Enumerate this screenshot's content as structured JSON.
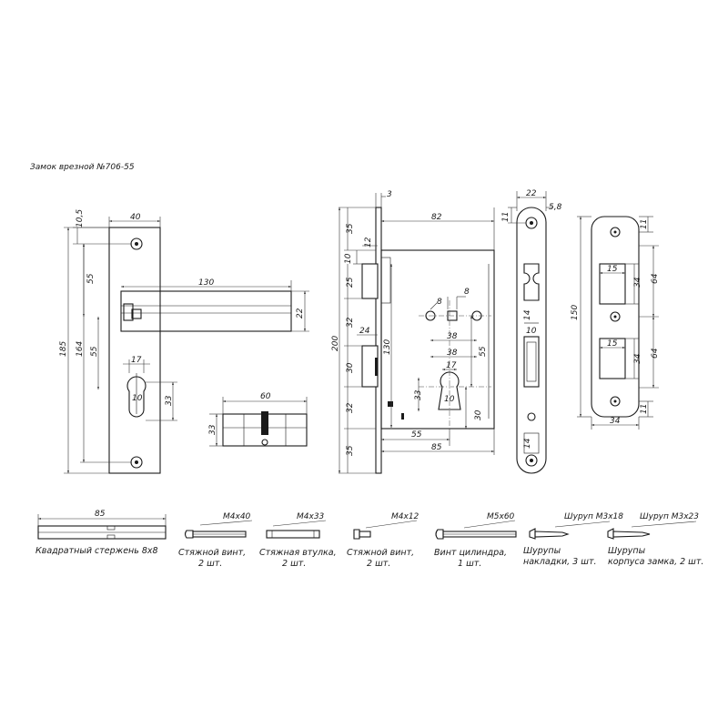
{
  "title": "Замок врезной №706-55",
  "handle": {
    "dims": {
      "top_offset": "10,5",
      "width": "40",
      "d55a": "55",
      "d185": "185",
      "d164": "164",
      "d55b": "55",
      "lever_len": "130",
      "lever_h": "22",
      "keyhole_w": "17",
      "keyhole_r": "10",
      "keyhole_h": "33"
    }
  },
  "cylinder": {
    "dims": {
      "len": "60",
      "h": "33"
    }
  },
  "lockbody": {
    "dims": {
      "face_t": "3",
      "d35a": "35",
      "depth": "82",
      "d12": "12",
      "d10": "10",
      "d25": "25",
      "d8a": "8",
      "d8b": "8",
      "d32a": "32",
      "d24": "24",
      "d200": "200",
      "d130": "130",
      "d38a": "38",
      "d30a": "30",
      "d38b": "38",
      "d55v": "55",
      "d17": "17",
      "d33": "33",
      "d10k": "10",
      "d32b": "32",
      "d30b": "30",
      "d35b": "35",
      "d55h": "55",
      "d85": "85"
    }
  },
  "faceplate": {
    "dims": {
      "w22": "22",
      "d58": "5,8",
      "d11": "11",
      "d14a": "14",
      "d10": "10",
      "d14b": "14"
    }
  },
  "strike": {
    "dims": {
      "d11a": "11",
      "d15a": "15",
      "d34a": "34",
      "d64a": "64",
      "d150": "150",
      "d15b": "15",
      "d34b": "34",
      "d64b": "64",
      "d11b": "11",
      "w34": "34"
    }
  },
  "parts": [
    {
      "dim": "85",
      "caption": [
        "Квадратный стержень 8х8"
      ]
    },
    {
      "dim": "М4х40",
      "caption": [
        "Стяжной винт,",
        "2 шт."
      ]
    },
    {
      "dim": "М4х33",
      "caption": [
        "Стяжная втулка,",
        "2 шт."
      ]
    },
    {
      "dim": "М4х12",
      "caption": [
        "Стяжной винт,",
        "2 шт."
      ]
    },
    {
      "dim": "М5х60",
      "caption": [
        "Винт цилиндра,",
        "1 шт."
      ]
    },
    {
      "dim": "Шуруп М3х18",
      "caption": [
        "Шурупы",
        "накладки, 3 шт."
      ]
    },
    {
      "dim": "Шуруп М3х23",
      "caption": [
        "Шурупы",
        "корпуса замка, 2 шт."
      ]
    }
  ]
}
